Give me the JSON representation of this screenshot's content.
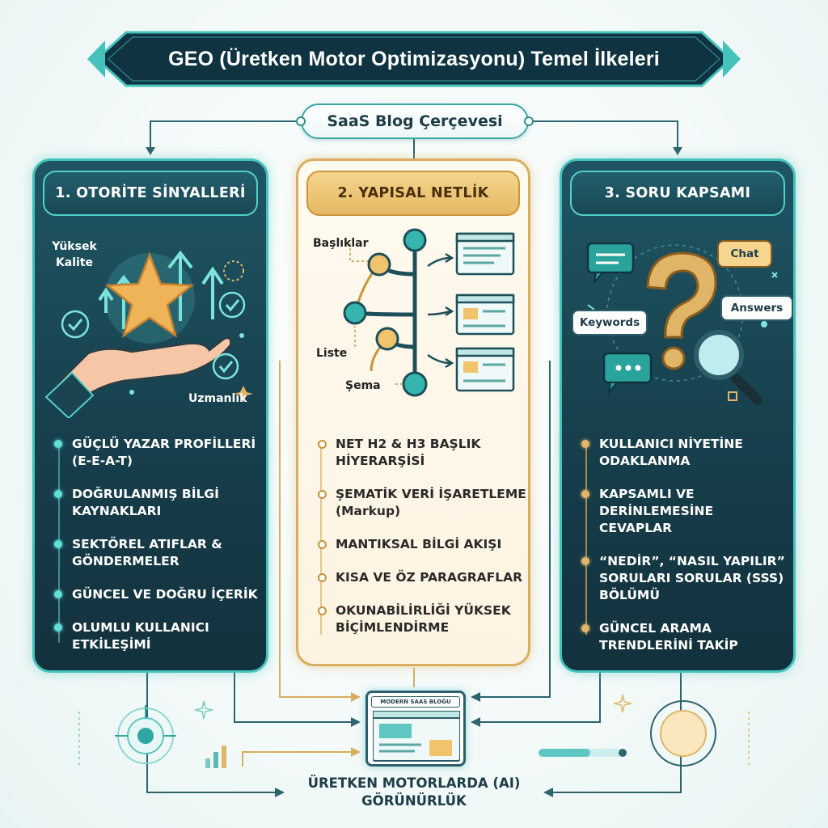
{
  "title": "GEO (Üretken Motor Optimizasyonu) Temel İlkeleri",
  "framework_label": "SaaS Blog Çerçevesi",
  "columns": [
    {
      "header": "1. OTORİTE SİNYALLERİ",
      "illustration_labels": [
        "Yüksek Kalite",
        "Uzmanlık"
      ],
      "items": [
        "GÜÇLÜ YAZAR PROFİLLERİ (E-E-A-T)",
        "DOĞRULANMIŞ BİLGİ KAYNAKLARI",
        "SEKTÖREL ATIFLAR & GÖNDERMELER",
        "GÜNCEL VE DOĞRU İÇERİK",
        "OLUMLU KULLANICI ETKİLEŞİMİ"
      ]
    },
    {
      "header": "2. YAPISAL NETLİK",
      "illustration_labels": [
        "Başlıklar",
        "Liste",
        "Şema"
      ],
      "items": [
        "NET H2 & H3 BAŞLIK HİYERARŞİSİ",
        "ŞEMATİK VERİ İŞARETLEME (Markup)",
        "MANTIKSAL BİLGİ AKIŞI",
        "KISA VE ÖZ PARAGRAFLAR",
        "OKUNABİLİRLİĞİ YÜKSEK BİÇİMLENDİRME"
      ]
    },
    {
      "header": "3. SORU KAPSAMI",
      "illustration_labels": [
        "Chat",
        "Answers",
        "Keywords"
      ],
      "items": [
        "KULLANICI NİYETİNE ODAKLANMA",
        "KAPSAMLI VE DERİNLEMESİNE CEVAPLAR",
        "“NEDİR”, “NASIL YAPILIR” SORULARI SORULAR (SSS) BÖLÜMÜ",
        "GÜNCEL ARAMA TRENDLERİNİ TAKİP"
      ]
    }
  ],
  "bottom": {
    "card_label": "MODERN SAAS BLOĞU",
    "caption": "ÜRETKEN MOTORLARDA (AI) GÖRÜNÜRLÜK"
  },
  "colors": {
    "teal_dark": "#173f4c",
    "teal_accent": "#46c2bd",
    "gold_accent": "#d9ad5d"
  },
  "icons": [
    "star-icon",
    "hand-icon",
    "check-icon",
    "arrow-up-icon",
    "tree-diagram-icon",
    "document-icon",
    "question-mark-icon",
    "magnifier-icon",
    "chat-bubble-icon"
  ]
}
